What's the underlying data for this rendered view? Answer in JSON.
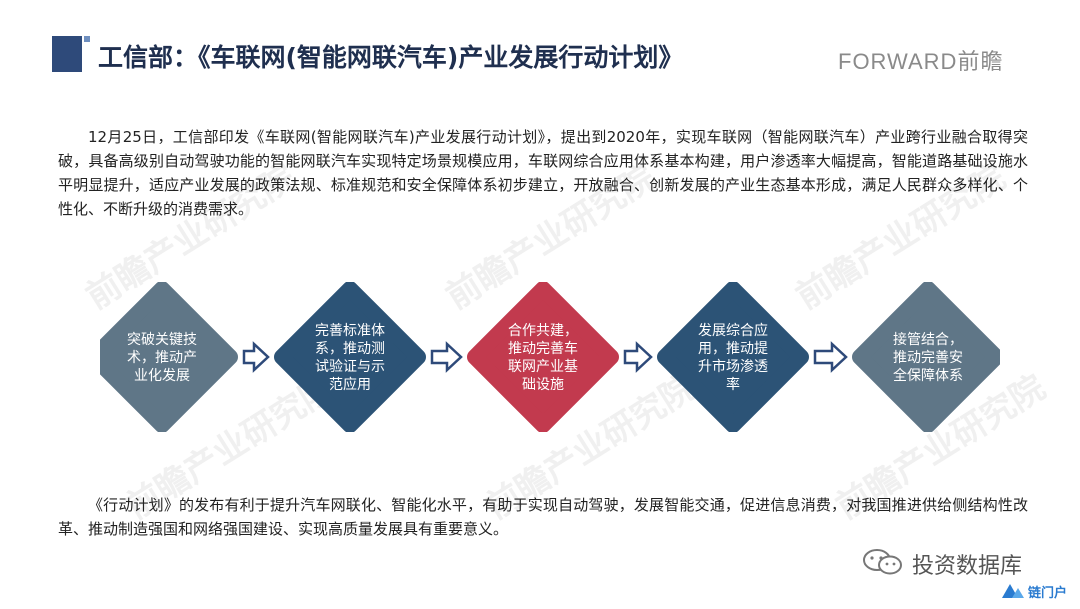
{
  "header": {
    "title": "工信部：《车联网(智能网联汽车)产业发展行动计划》",
    "brand": "FORWARD前瞻"
  },
  "paragraphs": {
    "intro": "12月25日，工信部印发《车联网(智能网联汽车)产业发展行动计划》，提出到2020年，实现车联网（智能网联汽车）产业跨行业融合取得突破，具备高级别自动驾驶功能的智能网联汽车实现特定场景规模应用，车联网综合应用体系基本构建，用户渗透率大幅提高，智能道路基础设施水平明显提升，适应产业发展的政策法规、标准规范和安全保障体系初步建立，开放融合、创新发展的产业生态基本形成，满足人民群众多样化、个性化、不断升级的消费需求。",
    "conclusion": "《行动计划》的发布有利于提升汽车网联化、智能化水平，有助于实现自动驾驶，发展智能交通，促进信息消费，对我国推进供给侧结构性改革、推动制造强国和网络强国建设、实现高质量发展具有重要意义。"
  },
  "diagram": {
    "steps": [
      {
        "lines": [
          "突破关键技",
          "术，推动产",
          "业化发展"
        ],
        "color": "#5f7687"
      },
      {
        "lines": [
          "完善标准体",
          "系，推动测",
          "试验证与示",
          "范应用"
        ],
        "color": "#2c5376"
      },
      {
        "lines": [
          "合作共建，",
          "推动完善车",
          "联网产业基",
          "础设施"
        ],
        "color": "#c23a4e"
      },
      {
        "lines": [
          "发展综合应",
          "用，推动提",
          "升市场渗透",
          "率"
        ],
        "color": "#2c5376"
      },
      {
        "lines": [
          "接管结合，",
          "推动完善安",
          "全保障体系"
        ],
        "color": "#5f7687"
      }
    ],
    "arrow_color": "#2e4a7a"
  },
  "watermark": "前瞻产业研究院",
  "footer": {
    "text": "投资数据库",
    "site": "链门户"
  }
}
